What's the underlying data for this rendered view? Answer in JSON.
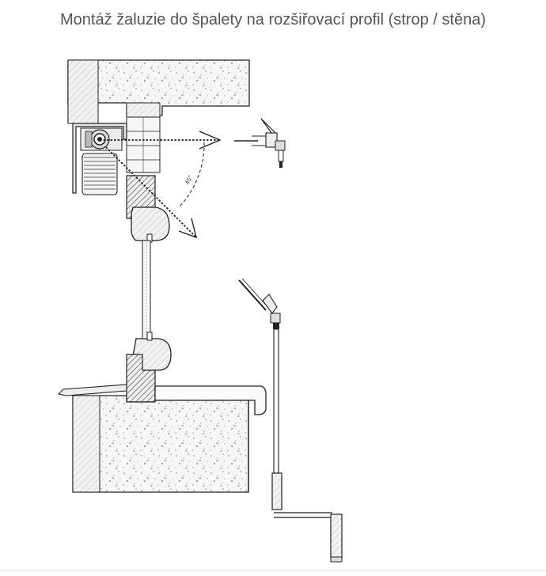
{
  "title": "Montáž žaluzie do špalety na rozšiřovací profil (strop / stěna)",
  "angle_label": "45°",
  "colors": {
    "line": "#222222",
    "concrete": "#f4f4f4",
    "wood": "#d9d9d9",
    "hatch": "#777777"
  },
  "icons": [
    "wall-section",
    "lintel",
    "blind-box",
    "window-frame",
    "gear-drive",
    "crank-handle",
    "window-sill"
  ]
}
